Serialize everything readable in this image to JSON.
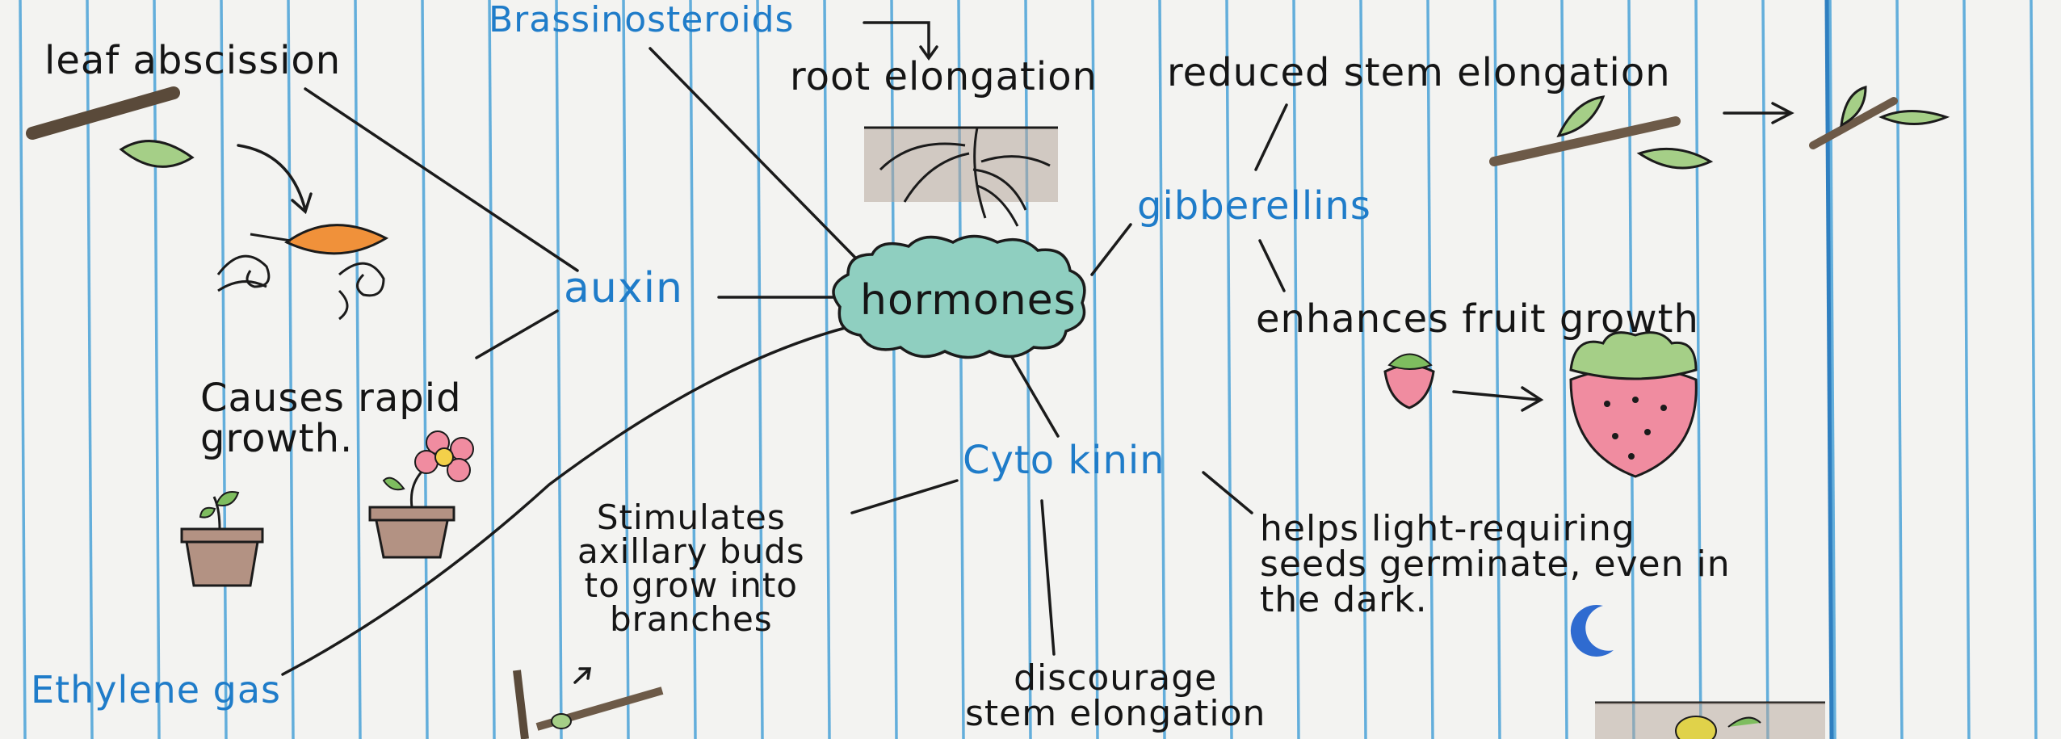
{
  "center": {
    "label": "hormones",
    "fill": "#8fcfc0"
  },
  "hormones": {
    "brassinosteroids": "Brassinosteroids",
    "auxin": "auxin",
    "gibberellins": "gibberellins",
    "cytokinin": "Cyto kinin",
    "ethylene": "Ethylene gas"
  },
  "effects": {
    "root_elongation": "root elongation",
    "leaf_abscission": "leaf abscission",
    "rapid_growth": [
      "Causes rapid",
      "growth."
    ],
    "reduced_stem": "reduced stem elongation",
    "fruit_growth": "enhances fruit growth",
    "axillary_buds": [
      "Stimulates",
      "axillary buds",
      "to grow into",
      "branches"
    ],
    "light_seeds": [
      "helps light-requiring",
      "seeds germinate, even in",
      "the dark."
    ],
    "discourage_stem": [
      "discourage",
      "stem elongation"
    ]
  },
  "colors": {
    "hormone_text": "#1f7cc9",
    "ruled_line": "#4aa2d8",
    "ink": "#1b1b1b",
    "paper": "#f3f3f1"
  },
  "icons": [
    "leaf-on-branch-icon",
    "falling-leaf-icon",
    "wind-swirl-icon",
    "sprout-pot-icon",
    "flower-pot-icon",
    "roots-icon",
    "branch-icon",
    "strawberry-small-icon",
    "strawberry-large-icon",
    "moon-icon"
  ]
}
